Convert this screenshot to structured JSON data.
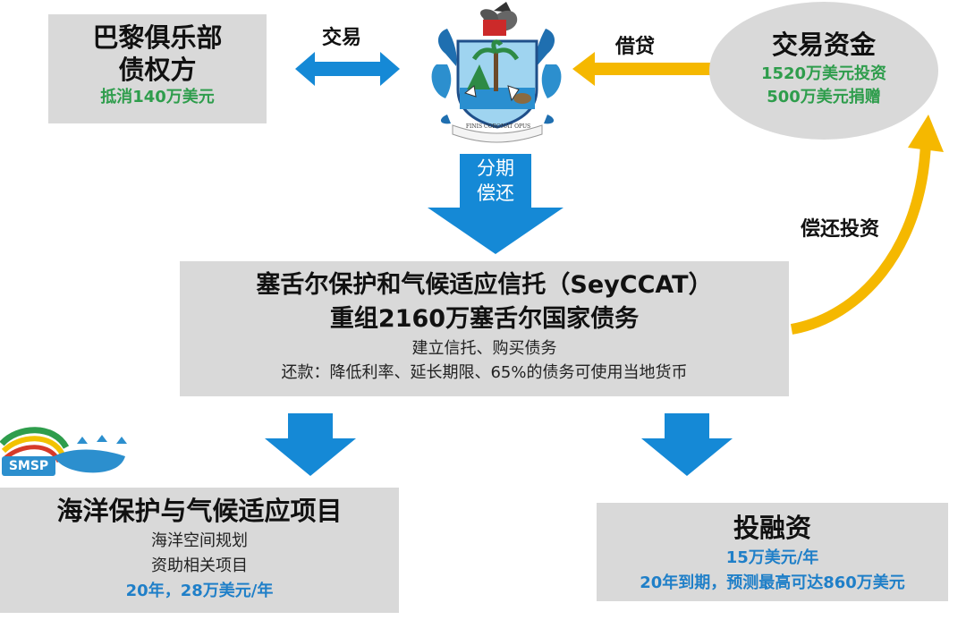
{
  "creditors": {
    "title_line1": "巴黎俱乐部",
    "title_line2": "债权方",
    "note": "抵消140万美元"
  },
  "labels": {
    "trade": "交易",
    "loan": "借贷",
    "repay_invest": "偿还投资",
    "installment_line1": "分期",
    "installment_line2": "偿还"
  },
  "funds": {
    "title": "交易资金",
    "investment": "1520万美元投资",
    "donation": "500万美元捐赠"
  },
  "emblem": {
    "motto": "FINIS CORONAT OPUS"
  },
  "trust": {
    "title": "塞舌尔保护和气候适应信托（SeyCCAT）",
    "subtitle": "重组2160万塞舌尔国家债务",
    "line1": "建立信托、购买债务",
    "line2": "还款：降低利率、延长期限、65%的债务可使用当地货币"
  },
  "logo": {
    "text": "SMSP"
  },
  "marine": {
    "title": "海洋保护与气候适应项目",
    "line1": "海洋空间规划",
    "line2": "资助相关项目",
    "amount": "20年，28万美元/年"
  },
  "financing": {
    "title": "投融资",
    "amount1": "15万美元/年",
    "amount2": "20年到期，预测最高可达860万美元"
  },
  "colors": {
    "box_gray": "#d9d9d9",
    "arrow_blue": "#1589d6",
    "arrow_yellow": "#f5b800",
    "green_text": "#2e9d4c",
    "blue_text": "#1f7fc8"
  }
}
